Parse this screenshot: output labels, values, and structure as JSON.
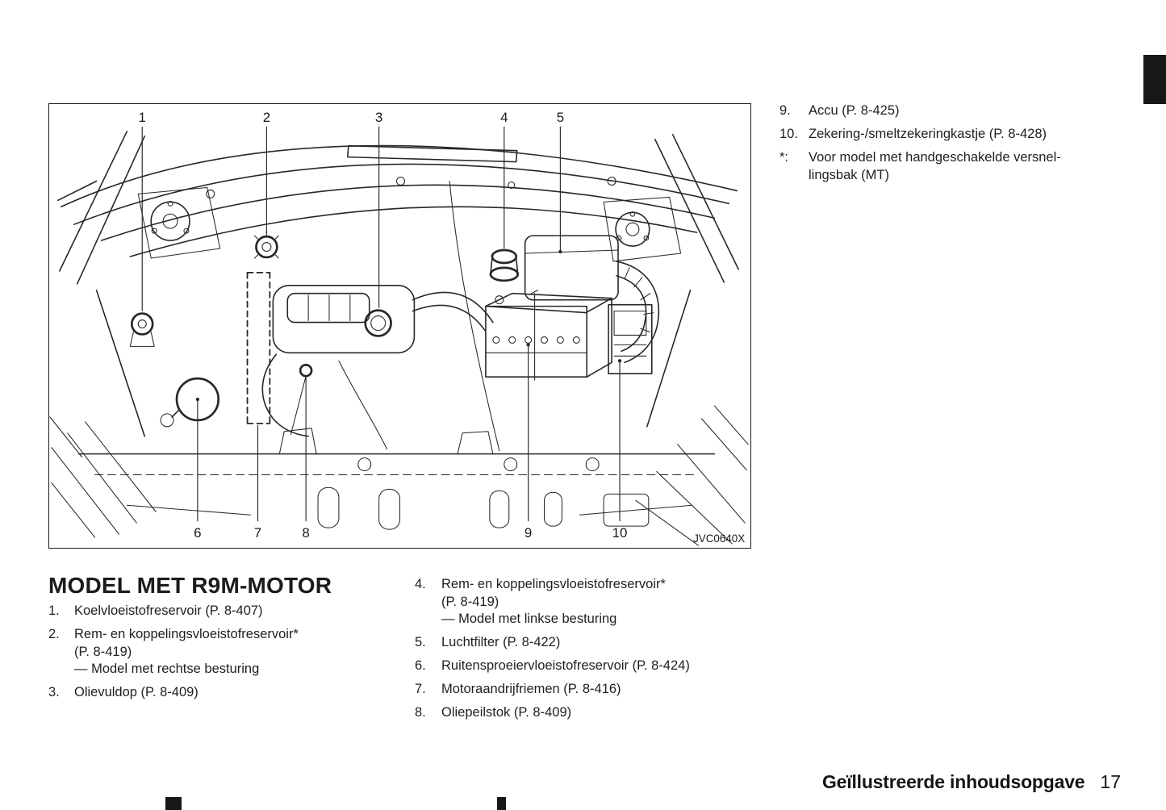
{
  "page": {
    "footer": {
      "section_title": "Geïllustreerde inhoudsopgave",
      "page_number": "17"
    }
  },
  "figure": {
    "image_code": "JVC0640X",
    "callout_labels": [
      "1",
      "2",
      "3",
      "4",
      "5",
      "6",
      "7",
      "8",
      "9",
      "10"
    ]
  },
  "content": {
    "heading": "MODEL MET R9M-MOTOR",
    "left_list": [
      {
        "num": "1.",
        "lines": [
          "Koelvloeistofreservoir (P. 8-407)"
        ]
      },
      {
        "num": "2.",
        "lines": [
          "Rem- en koppelingsvloeistofreservoir*",
          "(P. 8-419)",
          "— Model met rechtse besturing"
        ]
      },
      {
        "num": "3.",
        "lines": [
          "Olievuldop (P. 8-409)"
        ]
      }
    ],
    "middle_list": [
      {
        "num": "4.",
        "lines": [
          "Rem- en koppelingsvloeistofreservoir*",
          "(P. 8-419)",
          "— Model met linkse besturing"
        ]
      },
      {
        "num": "5.",
        "lines": [
          "Luchtfilter (P. 8-422)"
        ]
      },
      {
        "num": "6.",
        "lines": [
          "Ruitensproeiervloeistofreservoir (P. 8-424)"
        ]
      },
      {
        "num": "7.",
        "lines": [
          "Motoraandrijfriemen (P. 8-416)"
        ]
      },
      {
        "num": "8.",
        "lines": [
          "Oliepeilstok (P. 8-409)"
        ]
      }
    ],
    "right_list": [
      {
        "num": "9.",
        "lines": [
          "Accu (P. 8-425)"
        ]
      },
      {
        "num": "10.",
        "lines": [
          "Zekering-/smeltzekeringkastje (P. 8-428)"
        ]
      },
      {
        "num": "*:",
        "lines": [
          "Voor model met handgeschakelde versnel-",
          "lingsbak (MT)"
        ]
      }
    ]
  },
  "colors": {
    "ink": "#1c1c1c",
    "line": "#272727",
    "background": "#ffffff"
  }
}
